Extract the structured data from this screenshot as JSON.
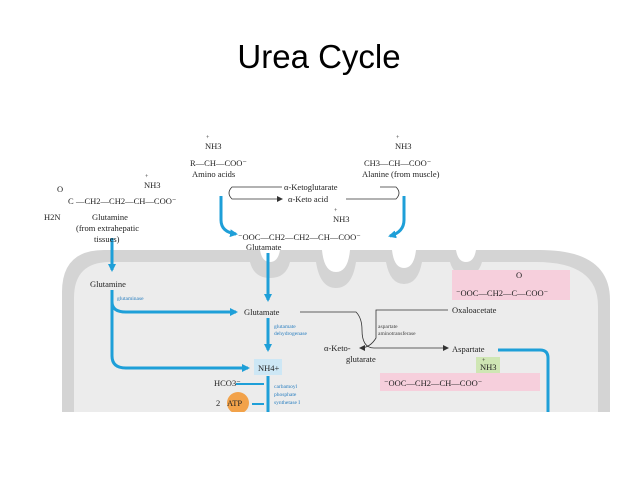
{
  "slide": {
    "title": "Urea Cycle"
  },
  "colors": {
    "flow": "#1e9fd8",
    "membrane": "#d4d4d4",
    "matrix": "#ececec",
    "highlight_pink": "#f6cfdc",
    "highlight_green": "#cfe6b4",
    "highlight_blue": "#cde7f5",
    "atp": "#f2a24a"
  },
  "diagram": {
    "amino_acids": {
      "charge": "+",
      "nh3": "NH3",
      "formula": "R—CH—COO⁻",
      "label": "Amino acids"
    },
    "alanine": {
      "charge": "+",
      "nh3": "NH3",
      "formula": "CH3—CH—COO⁻",
      "label": "Alanine (from muscle)"
    },
    "keto_exchange": {
      "ketoglutarate": "α-Ketoglutarate",
      "keto_acid": "α-Keto acid"
    },
    "glutamine_top": {
      "o": "O",
      "c": "C",
      "h2n": "H2N",
      "formula": "—CH2—CH2—CH—COO⁻",
      "charge": "+",
      "nh3": "NH3",
      "label1": "Glutamine",
      "label2": "(from extrahepatic",
      "label3": "tissues)"
    },
    "glutamate_top": {
      "charge": "+",
      "nh3": "NH3",
      "formula": "⁻OOC—CH2—CH2—CH—COO⁻",
      "label": "Glutamate"
    },
    "glutamine": "Glutamine",
    "glutaminase": "glutaminase",
    "glutamate": "Glutamate",
    "oxaloacetate": {
      "o": "O",
      "formula": "⁻OOC—CH2—C—COO⁻",
      "label": "Oxaloacetate"
    },
    "gdh": {
      "line1": "glutamate",
      "line2": "dehydrogenase"
    },
    "ast": {
      "line1": "aspartate",
      "line2": "aminotransferase"
    },
    "ketoglutarate": {
      "line1": "α-Keto-",
      "line2": "glutarate"
    },
    "aspartate": {
      "label": "Aspartate",
      "charge": "+",
      "nh3": "NH3",
      "formula": "⁻OOC—CH2—CH—COO⁻"
    },
    "ammonium": "NH4+",
    "hco3": "HCO3⁻",
    "atp": {
      "count": "2",
      "label": "ATP"
    },
    "cps": {
      "line1": "carbamoyl",
      "line2": "phosphate",
      "line3": "synthetase I"
    }
  }
}
